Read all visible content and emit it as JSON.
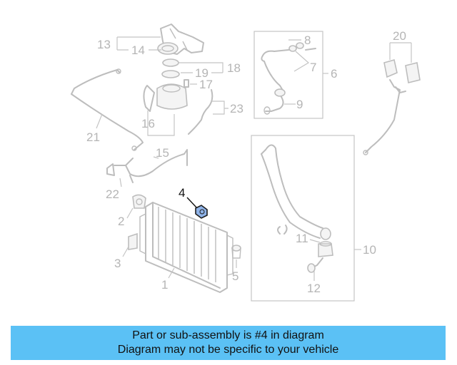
{
  "diagram": {
    "callouts": [
      "1",
      "2",
      "3",
      "4",
      "5",
      "6",
      "7",
      "8",
      "9",
      "10",
      "11",
      "12",
      "13",
      "14",
      "15",
      "16",
      "17",
      "18",
      "19",
      "20",
      "21",
      "22",
      "23"
    ],
    "highlighted": "4"
  },
  "banner": {
    "line1": "Part or sub-assembly is #4 in diagram",
    "line2": "Diagram may not be specific to your vehicle",
    "color": "#5bc1f5"
  }
}
